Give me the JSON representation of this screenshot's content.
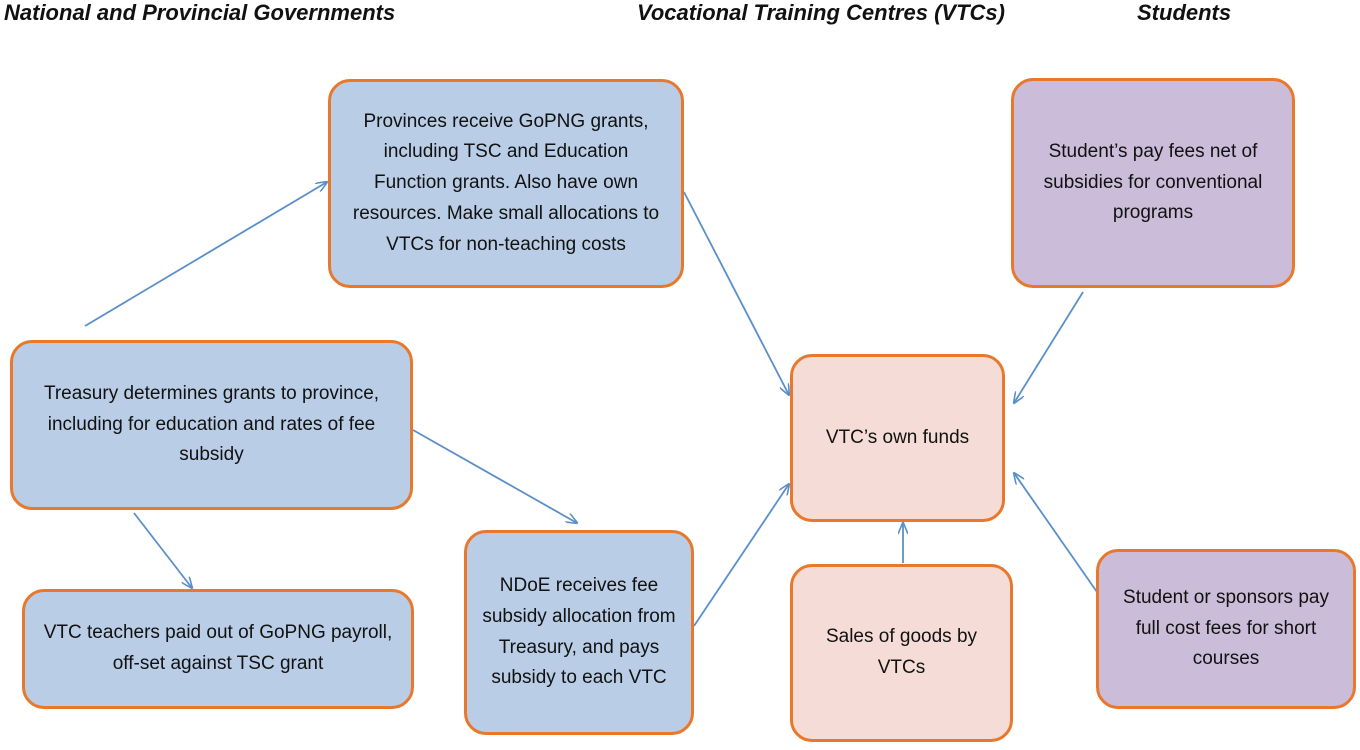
{
  "headings": {
    "governments": "National and Provincial Governments",
    "vtcs": "Vocational Training  Centres (VTCs)",
    "students": "Students"
  },
  "boxes": {
    "provinces": "Provinces receive GoPNG grants, including TSC and Education Function grants. Also have own resources. Make small allocations to VTCs for non-teaching costs",
    "treasury": "Treasury determines grants to province, including for education and rates of fee subsidy",
    "teachers": "VTC teachers paid out of GoPNG payroll, off-set against TSC grant",
    "ndoe": "NDoE receives fee subsidy allocation from Treasury, and pays subsidy to each VTC",
    "own_funds": "VTC’s own funds",
    "sales": "Sales of  goods by VTCs",
    "students_fees": "Student’s pay fees net of subsidies for conventional programs",
    "sponsors": "Student or sponsors pay full cost fees for short courses"
  },
  "colors": {
    "box_border": "#e8782c",
    "government_fill": "#b9cde6",
    "vtc_fill": "#f6dcd6",
    "student_fill": "#cbbcd9",
    "arrow": "#5b8fc9"
  }
}
